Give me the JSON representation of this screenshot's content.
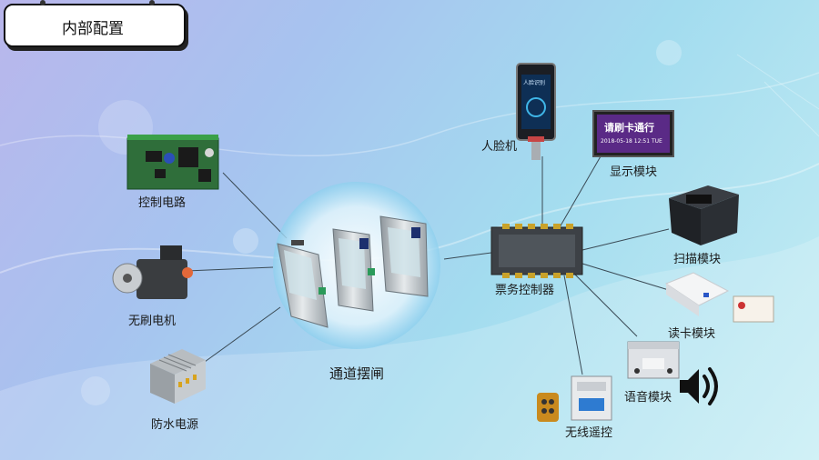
{
  "title": "内部配置",
  "center": {
    "label": "通道摆闸"
  },
  "controller": {
    "label": "票务控制器"
  },
  "left_modules": [
    {
      "id": "circuit",
      "label": "控制电路"
    },
    {
      "id": "motor",
      "label": "无刷电机"
    },
    {
      "id": "power",
      "label": "防水电源"
    }
  ],
  "right_modules": [
    {
      "id": "face",
      "label": "人脸机",
      "screen_text": "人脸识别"
    },
    {
      "id": "display",
      "label": "显示模块",
      "screen_text": "请刷卡通行",
      "screen_subtext": "2018-05-18 12:51 TUE"
    },
    {
      "id": "scanner",
      "label": "扫描模块"
    },
    {
      "id": "reader",
      "label": "读卡模块"
    },
    {
      "id": "voice",
      "label": "语音模块"
    },
    {
      "id": "remote",
      "label": "无线遥控"
    }
  ],
  "colors": {
    "line": "#3a4a55",
    "title_border": "#111111"
  }
}
